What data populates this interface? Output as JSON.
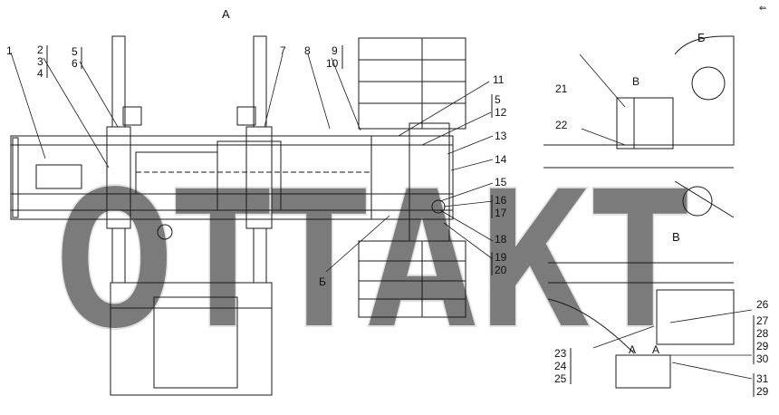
{
  "views": {
    "main": "А",
    "section_b": "Б",
    "section_v": "В",
    "marker_v": "В",
    "marker_b": "Б",
    "marker_a1": "А",
    "marker_a2": "А"
  },
  "watermark": "ОТТАКТ",
  "corner_mark": "⇐",
  "callouts": {
    "c1": "1",
    "c2": "2",
    "c3": "3",
    "c4": "4",
    "c5": "5",
    "c6": "6",
    "c7": "7",
    "c8": "8",
    "c9": "9",
    "c10": "10",
    "c11": "11",
    "c5b": "5",
    "c12": "12",
    "c13": "13",
    "c14": "14",
    "c15": "15",
    "c16": "16",
    "c17": "17",
    "c18": "18",
    "c19": "19",
    "c20": "20",
    "c21": "21",
    "c22": "22",
    "c23": "23",
    "c24": "24",
    "c25": "25",
    "c26": "26",
    "c27": "27",
    "c28": "28",
    "c29": "29",
    "c30": "30",
    "c31": "31",
    "c29b": "29"
  },
  "colors": {
    "line": "#1a1a1a",
    "watermark": "#d9d9d9",
    "background": "#ffffff",
    "mark": "#2b57c9"
  }
}
